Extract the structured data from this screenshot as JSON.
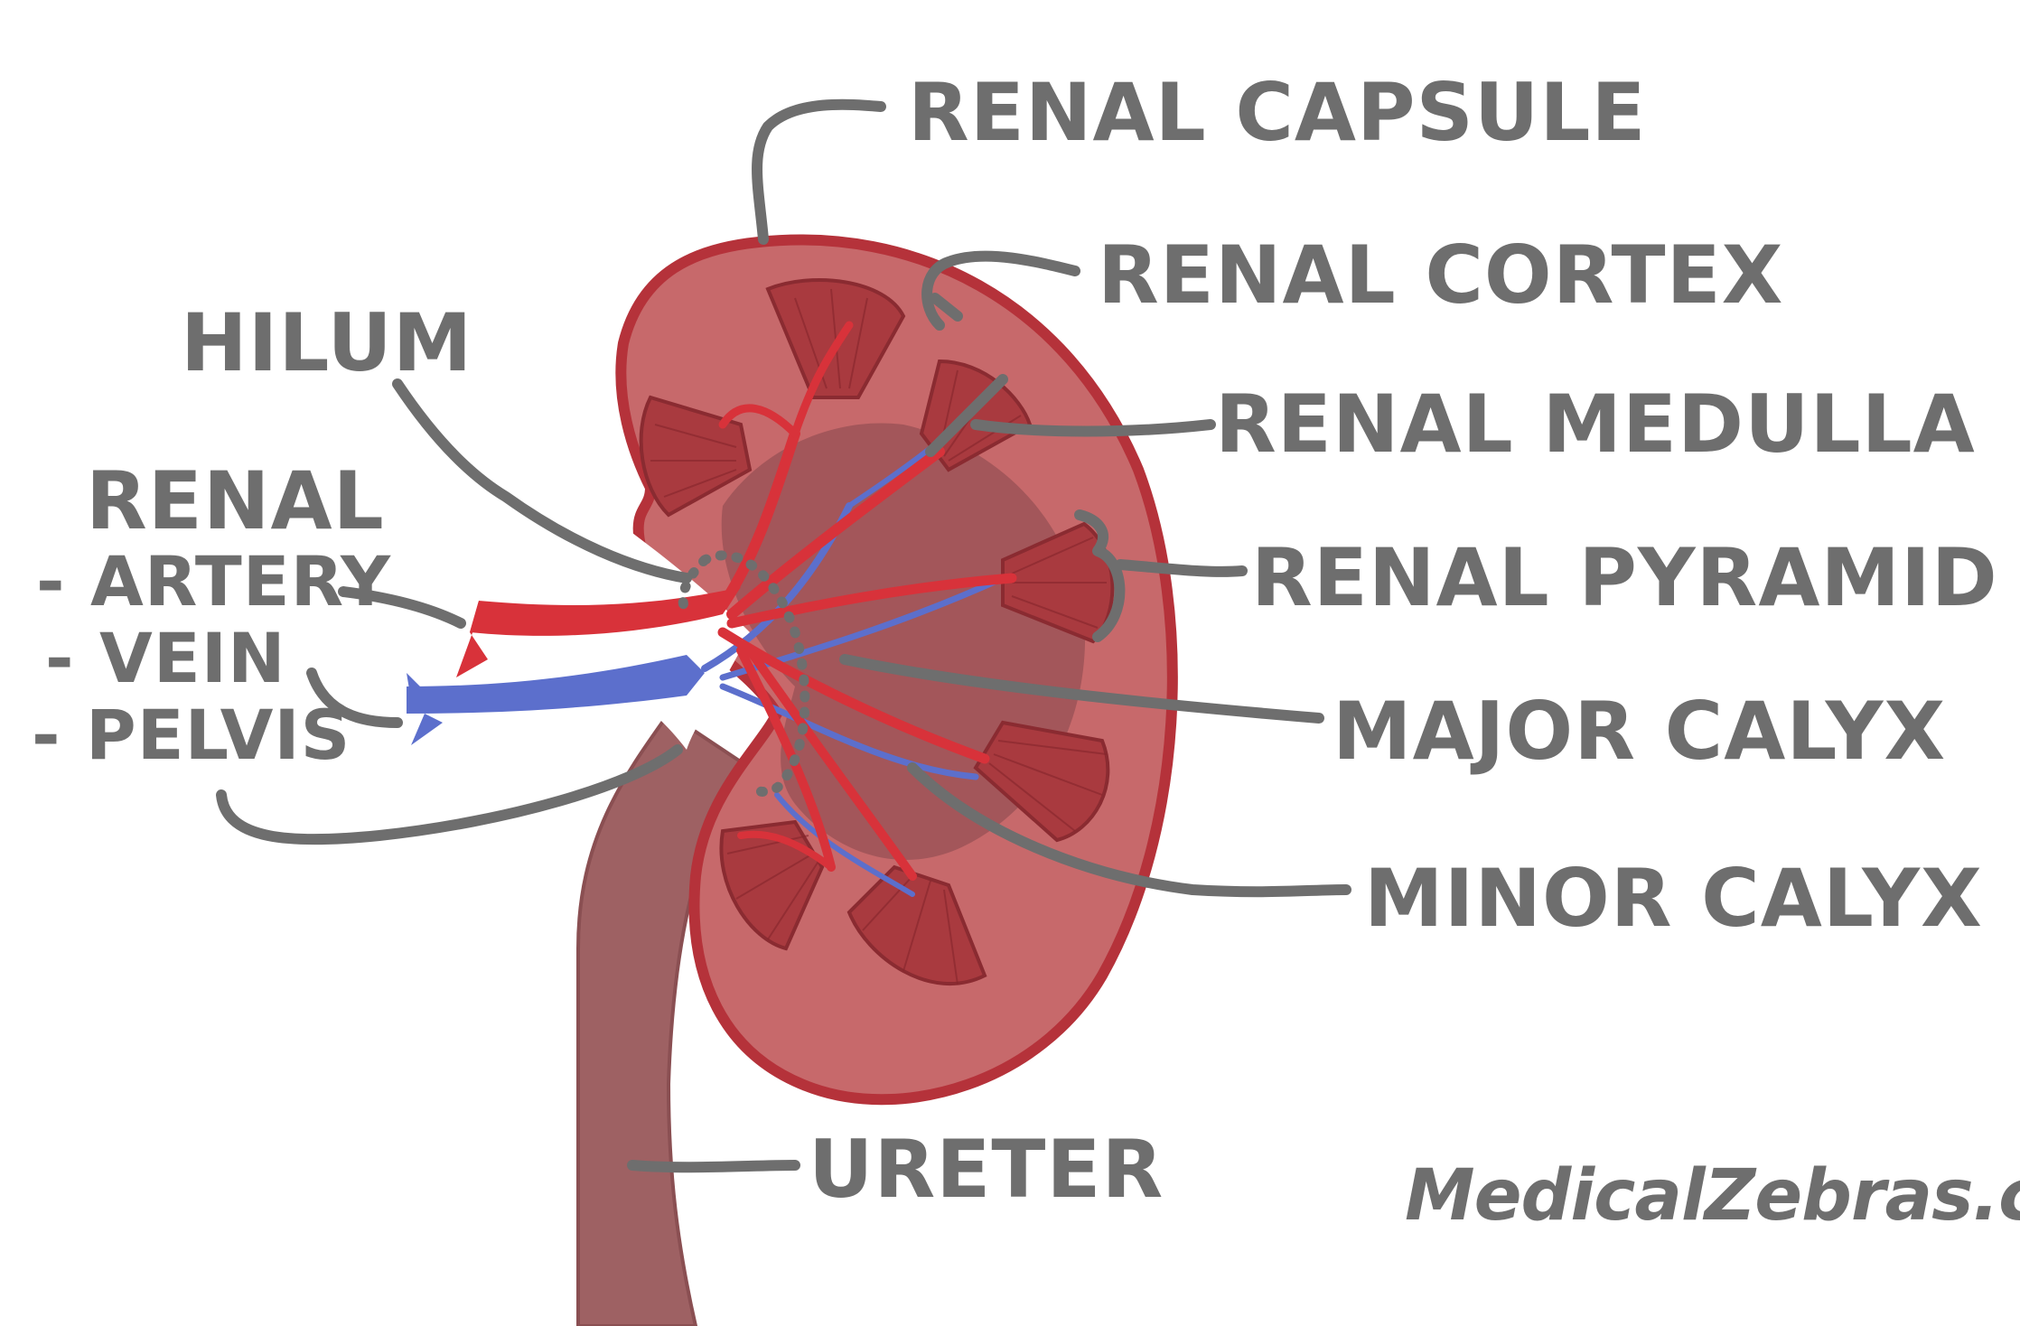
{
  "labels": {
    "renal_capsule": "RENAL CAPSULE",
    "renal_cortex": "RENAL CORTEX",
    "renal_medulla": "RENAL MEDULLA",
    "renal_pyramid": "RENAL PYRAMID",
    "major_calyx": "MAJOR CALYX",
    "minor_calyx": "MINOR CALYX",
    "ureter": "URETER",
    "hilum": "HILUM",
    "renal": "RENAL",
    "artery": "- ARTERY",
    "vein": "- VEIN",
    "pelvis": "- PELVIS"
  },
  "watermark": "MedicalZebras.com",
  "colors": {
    "capsule": "#b5323a",
    "cortex": "#c7696b",
    "pyramid": "#a93a3f",
    "artery": "#d8323a",
    "vein": "#5c6fcc",
    "ureter": "#9e6163",
    "label": "#6e6e6e"
  }
}
